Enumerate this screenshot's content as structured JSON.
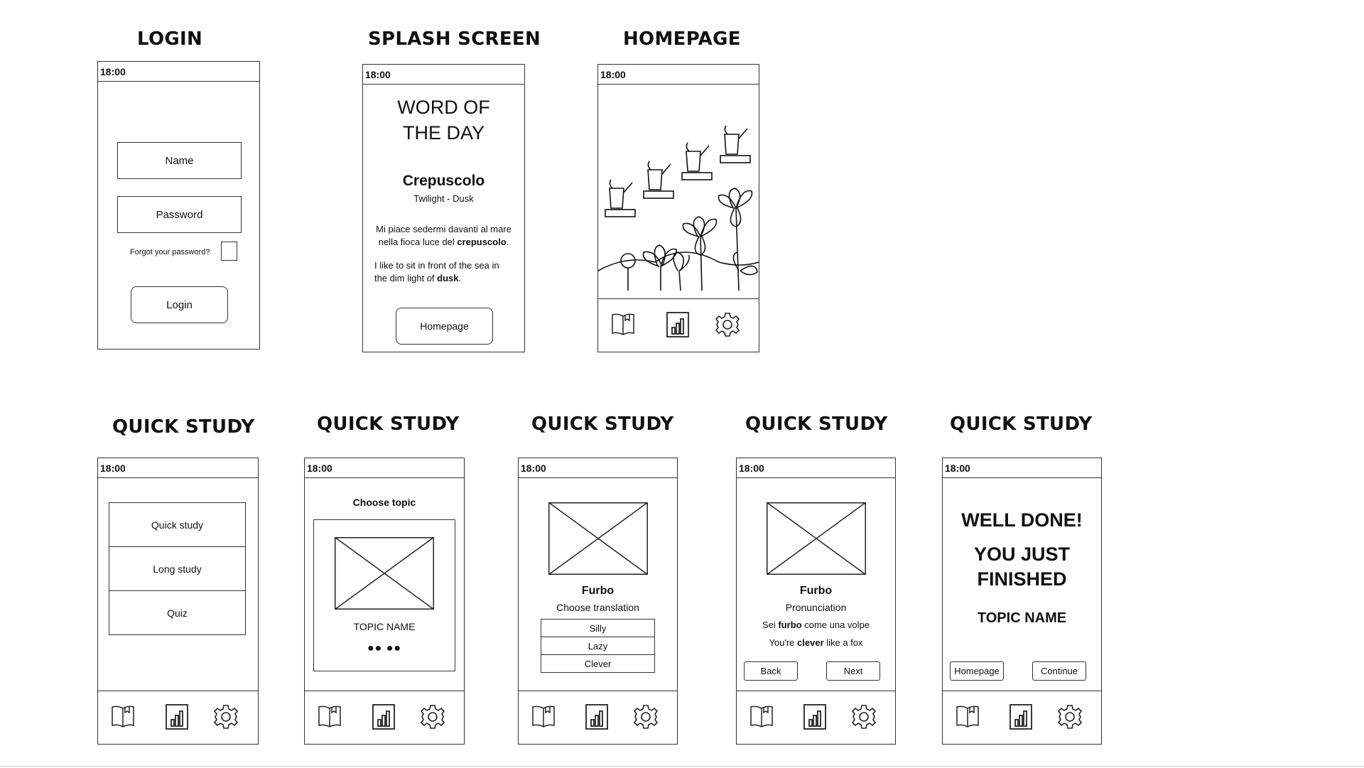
{
  "screens": {
    "login": {
      "title": "LOGIN",
      "time": "18:00",
      "name_field": "Name",
      "password_field": "Password",
      "forgot_label": "Forgot your password?",
      "login_button": "Login"
    },
    "splash": {
      "title": "SPLASH SCREEN",
      "time": "18:00",
      "heading_line1": "WORD OF",
      "heading_line2": "THE DAY",
      "word": "Crepuscolo",
      "translation": "Twilight - Dusk",
      "it_line1": "Mi piace sedermi davanti al mare",
      "it_line2_pre": "nella fioca luce del ",
      "it_line2_bold": "crepuscolo",
      "it_line2_post": ".",
      "en_line1": "I like to sit in front of the sea in",
      "en_line2_pre": "the dim light of ",
      "en_line2_bold": "dusk",
      "en_line2_post": ".",
      "homepage_button": "Homepage"
    },
    "homepage": {
      "title": "HOMEPAGE",
      "time": "18:00"
    },
    "study_menu": {
      "title": "QUICK STUDY",
      "time": "18:00",
      "options": [
        "Quick study",
        "Long study",
        "Quiz"
      ]
    },
    "choose_topic": {
      "title": "QUICK STUDY",
      "time": "18:00",
      "heading": "Choose topic",
      "topic_name": "TOPIC NAME",
      "pager_dots": "●● ●●"
    },
    "translation": {
      "title": "QUICK STUDY",
      "time": "18:00",
      "word": "Furbo",
      "prompt": "Choose translation",
      "choices": [
        "Silly",
        "Lazy",
        "Clever"
      ]
    },
    "pronunciation": {
      "title": "QUICK STUDY",
      "time": "18:00",
      "word": "Furbo",
      "label": "Pronunciation",
      "it_pre": "Sei ",
      "it_bold": "furbo",
      "it_post": " come una volpe",
      "en_pre": "You're ",
      "en_bold": "clever",
      "en_post": " like a fox",
      "back_button": "Back",
      "next_button": "Next"
    },
    "finished": {
      "title": "QUICK STUDY",
      "time": "18:00",
      "line1": "WELL DONE!",
      "line2": "YOU JUST",
      "line3": "FINISHED",
      "topic_name": "TOPIC NAME",
      "homepage_button": "Homepage",
      "continue_button": "Continue"
    }
  },
  "nav_icons": [
    "book-icon",
    "bar-chart-icon",
    "gear-icon"
  ]
}
